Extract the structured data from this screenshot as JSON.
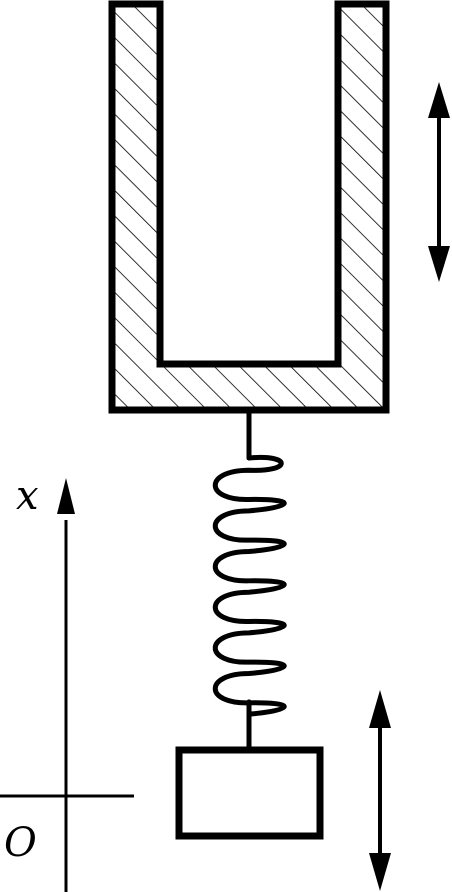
{
  "diagram": {
    "axis": {
      "label": "x",
      "origin_label": "O"
    },
    "components": [
      "u-shaped-holder",
      "spring",
      "block",
      "holder-motion-arrow",
      "block-motion-arrow"
    ],
    "spring_coils": 6,
    "colors": {
      "stroke": "#000000",
      "background": "#ffffff"
    }
  }
}
